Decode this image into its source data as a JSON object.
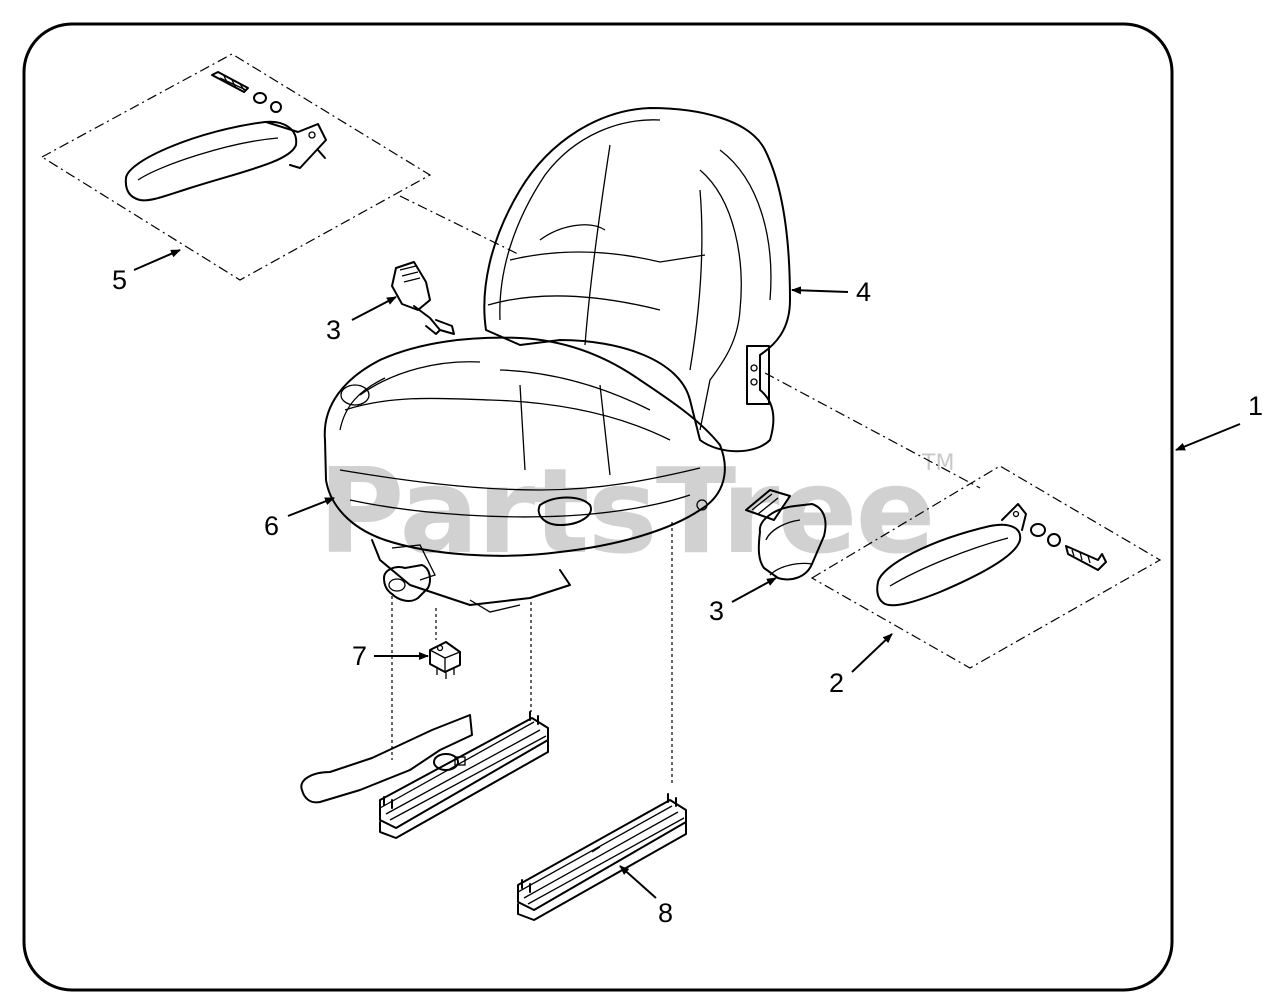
{
  "watermark": {
    "text": "PartsTree",
    "trademark": "TM"
  },
  "callouts": {
    "c1": "1",
    "c2": "2",
    "c3a": "3",
    "c3b": "3",
    "c4": "4",
    "c5": "5",
    "c6": "6",
    "c7": "7",
    "c8": "8"
  }
}
